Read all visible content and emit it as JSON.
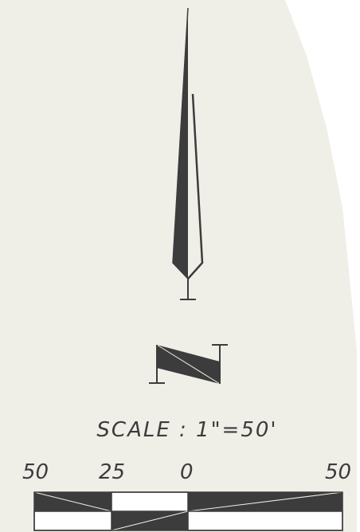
{
  "scale": {
    "caption": "SCALE : 1\"=50'",
    "ticks": [
      "50",
      "25",
      "0",
      "50"
    ]
  },
  "colors": {
    "background": "#efefe8",
    "ink": "#3c3c3c",
    "paper_white": "#ffffff"
  },
  "symbols": {
    "north_arrow": "north-arrow-icon",
    "north_letter": "stylized-n-icon"
  }
}
